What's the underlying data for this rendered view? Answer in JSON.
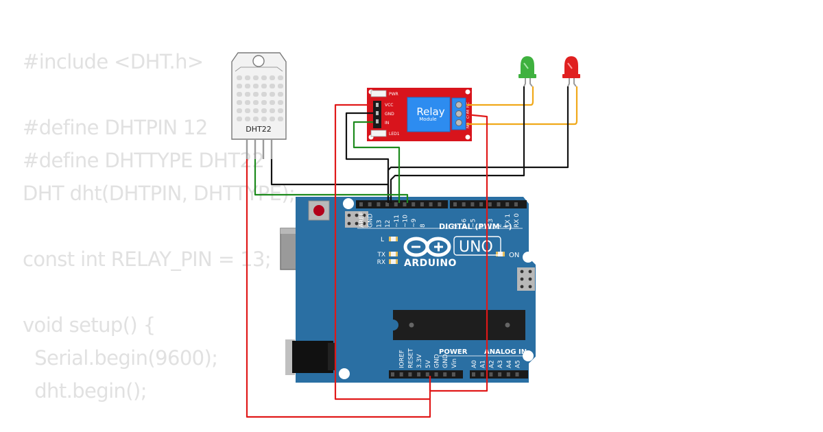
{
  "code_lines": [
    "#include <DHT.h>",
    "",
    "#define DHTPIN 12",
    "#define DHTTYPE DHT22",
    "DHT dht(DHTPIN, DHTTYPE);",
    "",
    "const int RELAY_PIN = 13;",
    "",
    "void setup() {",
    "  Serial.begin(9600);",
    "  dht.begin();"
  ],
  "sensor": {
    "label": "DHT22"
  },
  "relay": {
    "title": "Relay",
    "subtitle": "Module",
    "pin_labels": [
      "VCC",
      "GND",
      "IN"
    ],
    "led_labels": [
      "PWR",
      "LED1"
    ],
    "terminal_labels": [
      "NC",
      "COM",
      "NO"
    ]
  },
  "leds": {
    "green_color": "#3fb13f",
    "red_color": "#e02020"
  },
  "arduino": {
    "brand": "ARDUINO",
    "model": "UNO",
    "digital_header_label": "DIGITAL (PWM ~)",
    "power_header_label": "POWER",
    "analog_header_label": "ANALOG IN",
    "digital_pins": [
      "AREF",
      "GND",
      "13",
      "12",
      "~11",
      "~10",
      "~9",
      "8",
      "7",
      "~6",
      "~5",
      "4",
      "~3",
      "2",
      "TX 1",
      "RX 0"
    ],
    "power_pins": [
      "IOREF",
      "RESET",
      "3.3V",
      "5V",
      "GND",
      "GND",
      "Vin"
    ],
    "analog_pins": [
      "A0",
      "A1",
      "A2",
      "A3",
      "A4",
      "A5"
    ],
    "led_labels": [
      "L",
      "TX",
      "RX",
      "ON"
    ]
  },
  "wire_colors": {
    "red": "#e01818",
    "black": "#111111",
    "green": "#1c8a1c",
    "orange": "#f0a818"
  },
  "board_color": "#2a6fa3"
}
